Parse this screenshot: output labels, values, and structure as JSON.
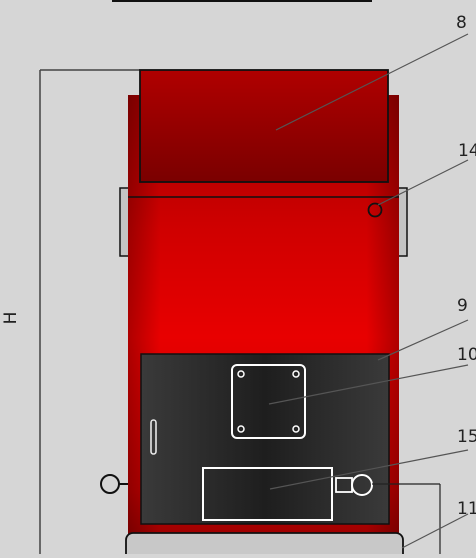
{
  "callouts": [
    "8",
    "14",
    "9",
    "10",
    "15",
    "11"
  ],
  "dimension": {
    "label": "H"
  },
  "colors": {
    "background": "#d6d6d6",
    "boiler_red": "#e00000",
    "boiler_dark_red": "#8c0000",
    "door_dark": "#2b2b2b",
    "outline": "#111111",
    "detail_white": "#ffffff",
    "dimension_line": "#444444"
  }
}
